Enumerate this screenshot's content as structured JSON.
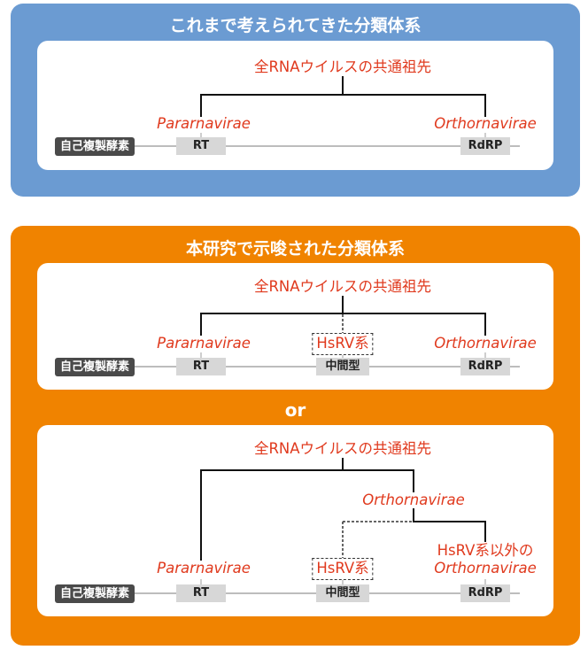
{
  "top_panel": {
    "title": "これまで考えられてきた分類体系",
    "tree": {
      "root": "全RNAウイルスの共通祖先",
      "left_clade": "Pararnavirae",
      "right_clade": "Orthornavirae",
      "row_label": "自己複製酵素",
      "tag_left": "RT",
      "tag_right": "RdRP"
    }
  },
  "bottom_panel": {
    "title": "本研究で示唆された分類体系",
    "or_label": "or",
    "tree_a": {
      "root": "全RNAウイルスの共通祖先",
      "left_clade": "Pararnavirae",
      "middle_clade": "HsRV系",
      "right_clade": "Orthornavirae",
      "row_label": "自己複製酵素",
      "tag_left": "RT",
      "tag_middle": "中間型",
      "tag_right": "RdRP"
    },
    "tree_b": {
      "root": "全RNAウイルスの共通祖先",
      "inner_node": "Orthornavirae",
      "left_clade": "Pararnavirae",
      "middle_clade": "HsRV系",
      "right_clade_line1": "HsRV系以外の",
      "right_clade_line2": "Orthornavirae",
      "row_label": "自己複製酵素",
      "tag_left": "RT",
      "tag_middle": "中間型",
      "tag_right": "RdRP"
    }
  },
  "colors": {
    "blue_panel": "#6b9bd2",
    "orange_panel": "#f08300",
    "label_red": "#e03a1e",
    "dark_tag": "#4a4a4a",
    "grey_tag": "#d7d7d7"
  }
}
